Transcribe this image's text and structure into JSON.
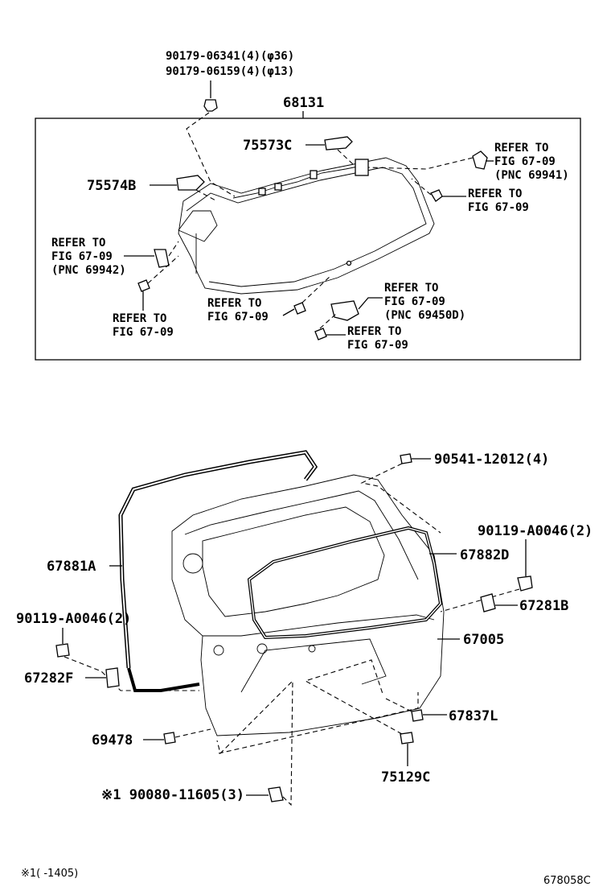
{
  "upper_group": {
    "clip_line1": "90179-06341(4)(φ36)",
    "clip_line2": "90179-06159(4)(φ13)",
    "glass": "68131",
    "stop_c": "75573C",
    "stop_b": "75574B",
    "ref_right_a": [
      "REFER TO",
      "FIG 67-09",
      "(PNC 69941)"
    ],
    "ref_right_b": [
      "REFER TO",
      "FIG 67-09"
    ],
    "ref_left_a": [
      "REFER TO",
      "FIG 67-09",
      "(PNC 69942)"
    ],
    "ref_left_b": [
      "REFER TO",
      "FIG 67-09"
    ],
    "ref_center": [
      "REFER TO",
      "FIG 67-09"
    ],
    "ref_hinge": [
      "REFER TO",
      "FIG 67-09",
      "(PNC 69450D)"
    ],
    "ref_bottom": [
      "REFER TO",
      "FIG 67-09"
    ]
  },
  "lower_group": {
    "nut": "90541-12012(4)",
    "bolt_right": "90119-A0046(2)",
    "weatherstrip_inner": "67882D",
    "weatherstrip_outer": "67881A",
    "bolt_left": "90119-A0046(2)",
    "stopper_right": "67281B",
    "stopper_left": "67282F",
    "door_panel": "67005",
    "cushion": "67837L",
    "grommet": "69478",
    "pad": "75129C",
    "screw": "※1 90080-11605(3)"
  },
  "footer": {
    "note": "※1(    -1405)",
    "drawing_id": "678058C"
  }
}
